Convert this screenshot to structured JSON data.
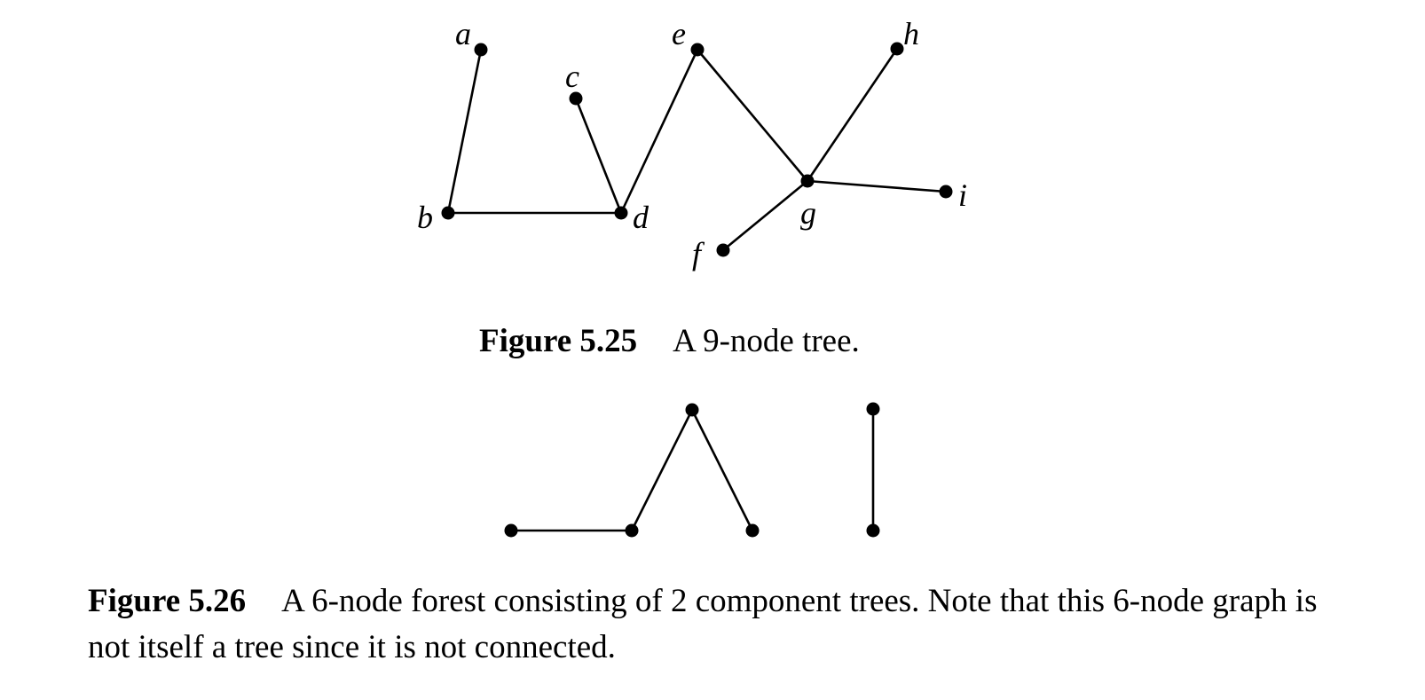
{
  "figure_1": {
    "number": "Figure 5.25",
    "caption": "A 9-node tree.",
    "nodes": [
      {
        "id": "a",
        "label": "a"
      },
      {
        "id": "b",
        "label": "b"
      },
      {
        "id": "c",
        "label": "c"
      },
      {
        "id": "d",
        "label": "d"
      },
      {
        "id": "e",
        "label": "e"
      },
      {
        "id": "f",
        "label": "f"
      },
      {
        "id": "g",
        "label": "g"
      },
      {
        "id": "h",
        "label": "h"
      },
      {
        "id": "i",
        "label": "i"
      }
    ],
    "edges": [
      [
        "a",
        "b"
      ],
      [
        "b",
        "d"
      ],
      [
        "c",
        "d"
      ],
      [
        "d",
        "e"
      ],
      [
        "e",
        "g"
      ],
      [
        "g",
        "h"
      ],
      [
        "g",
        "i"
      ],
      [
        "g",
        "f"
      ]
    ]
  },
  "figure_2": {
    "number": "Figure 5.26",
    "caption": "A 6-node forest consisting of 2 component trees. Note that this 6-node graph is not itself a tree since it is not connected.",
    "nodes": [
      {
        "id": "n1"
      },
      {
        "id": "n2"
      },
      {
        "id": "n3"
      },
      {
        "id": "n4"
      },
      {
        "id": "n5"
      },
      {
        "id": "n6"
      }
    ],
    "edges": [
      [
        "n1",
        "n2"
      ],
      [
        "n2",
        "n3"
      ],
      [
        "n3",
        "n4"
      ],
      [
        "n5",
        "n6"
      ]
    ]
  }
}
